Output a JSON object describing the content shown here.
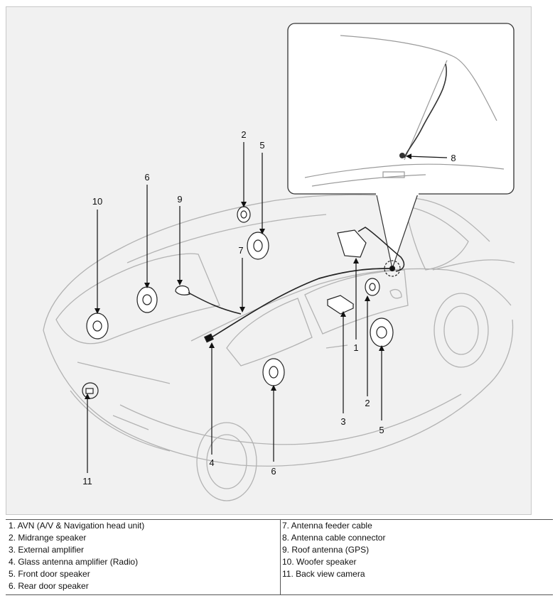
{
  "callouts": {
    "c1": "1",
    "c2_top": "2",
    "c2_bottom": "2",
    "c3": "3",
    "c4": "4",
    "c5_top": "5",
    "c5_bottom": "5",
    "c6_top": "6",
    "c6_bottom": "6",
    "c7": "7",
    "c8": "8",
    "c9": "9",
    "c10": "10",
    "c11": "11"
  },
  "legend": {
    "left": [
      "1. AVN (A/V & Navigation head unit)",
      "2. Midrange speaker",
      "3. External amplifier",
      "4. Glass antenna amplifier (Radio)",
      "5. Front door speaker",
      "6. Rear door speaker"
    ],
    "right": [
      "7. Antenna feeder cable",
      "8. Antenna cable connector",
      "9. Roof antenna (GPS)",
      "10. Woofer speaker",
      "11. Back view camera"
    ]
  },
  "colors": {
    "panel_background": "#f1f1f1",
    "car_line": "#b3b3b3",
    "component_line": "#222222",
    "text": "#111111"
  }
}
